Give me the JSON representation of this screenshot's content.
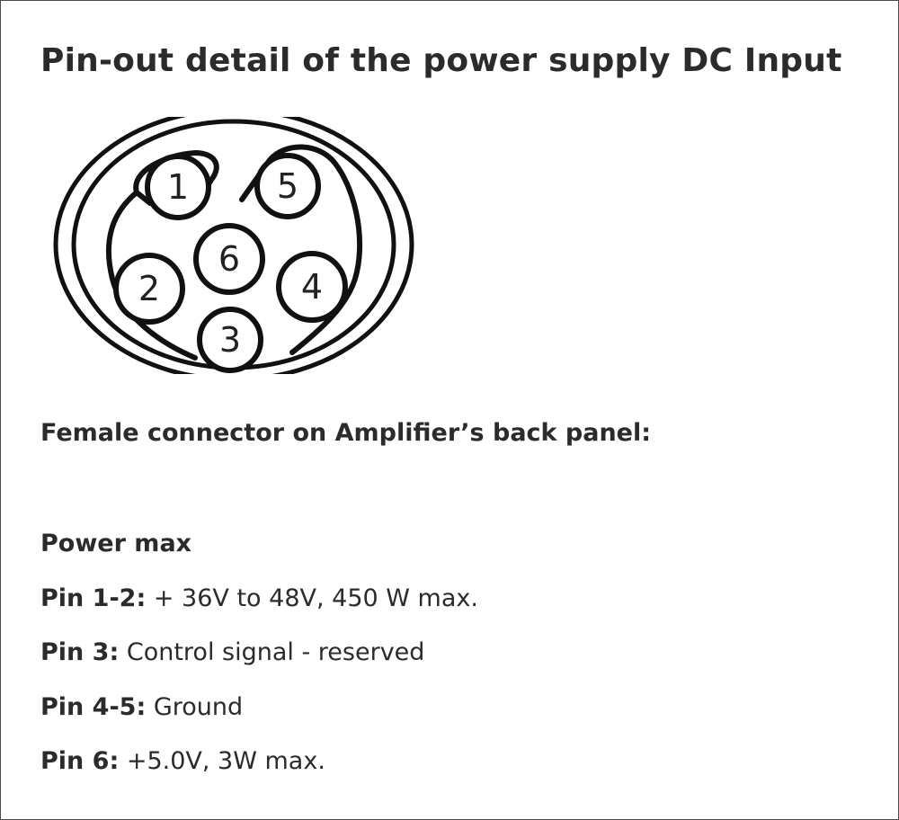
{
  "title": "Pin-out detail of the power supply DC Input",
  "connector": {
    "pins": [
      {
        "number": "1"
      },
      {
        "number": "2"
      },
      {
        "number": "3"
      },
      {
        "number": "4"
      },
      {
        "number": "5"
      },
      {
        "number": "6"
      }
    ]
  },
  "subtitle": "Female connector on Amplifier’s back panel:",
  "specs": {
    "heading": "Power max",
    "rows": [
      {
        "label": "Pin 1-2:",
        "value": "+ 36V to 48V, 450 W max."
      },
      {
        "label": "Pin 3:",
        "value": "Control signal - reserved"
      },
      {
        "label": "Pin 4-5:",
        "value": "Ground"
      },
      {
        "label": "Pin 6:",
        "value": "+5.0V, 3W max."
      }
    ]
  }
}
